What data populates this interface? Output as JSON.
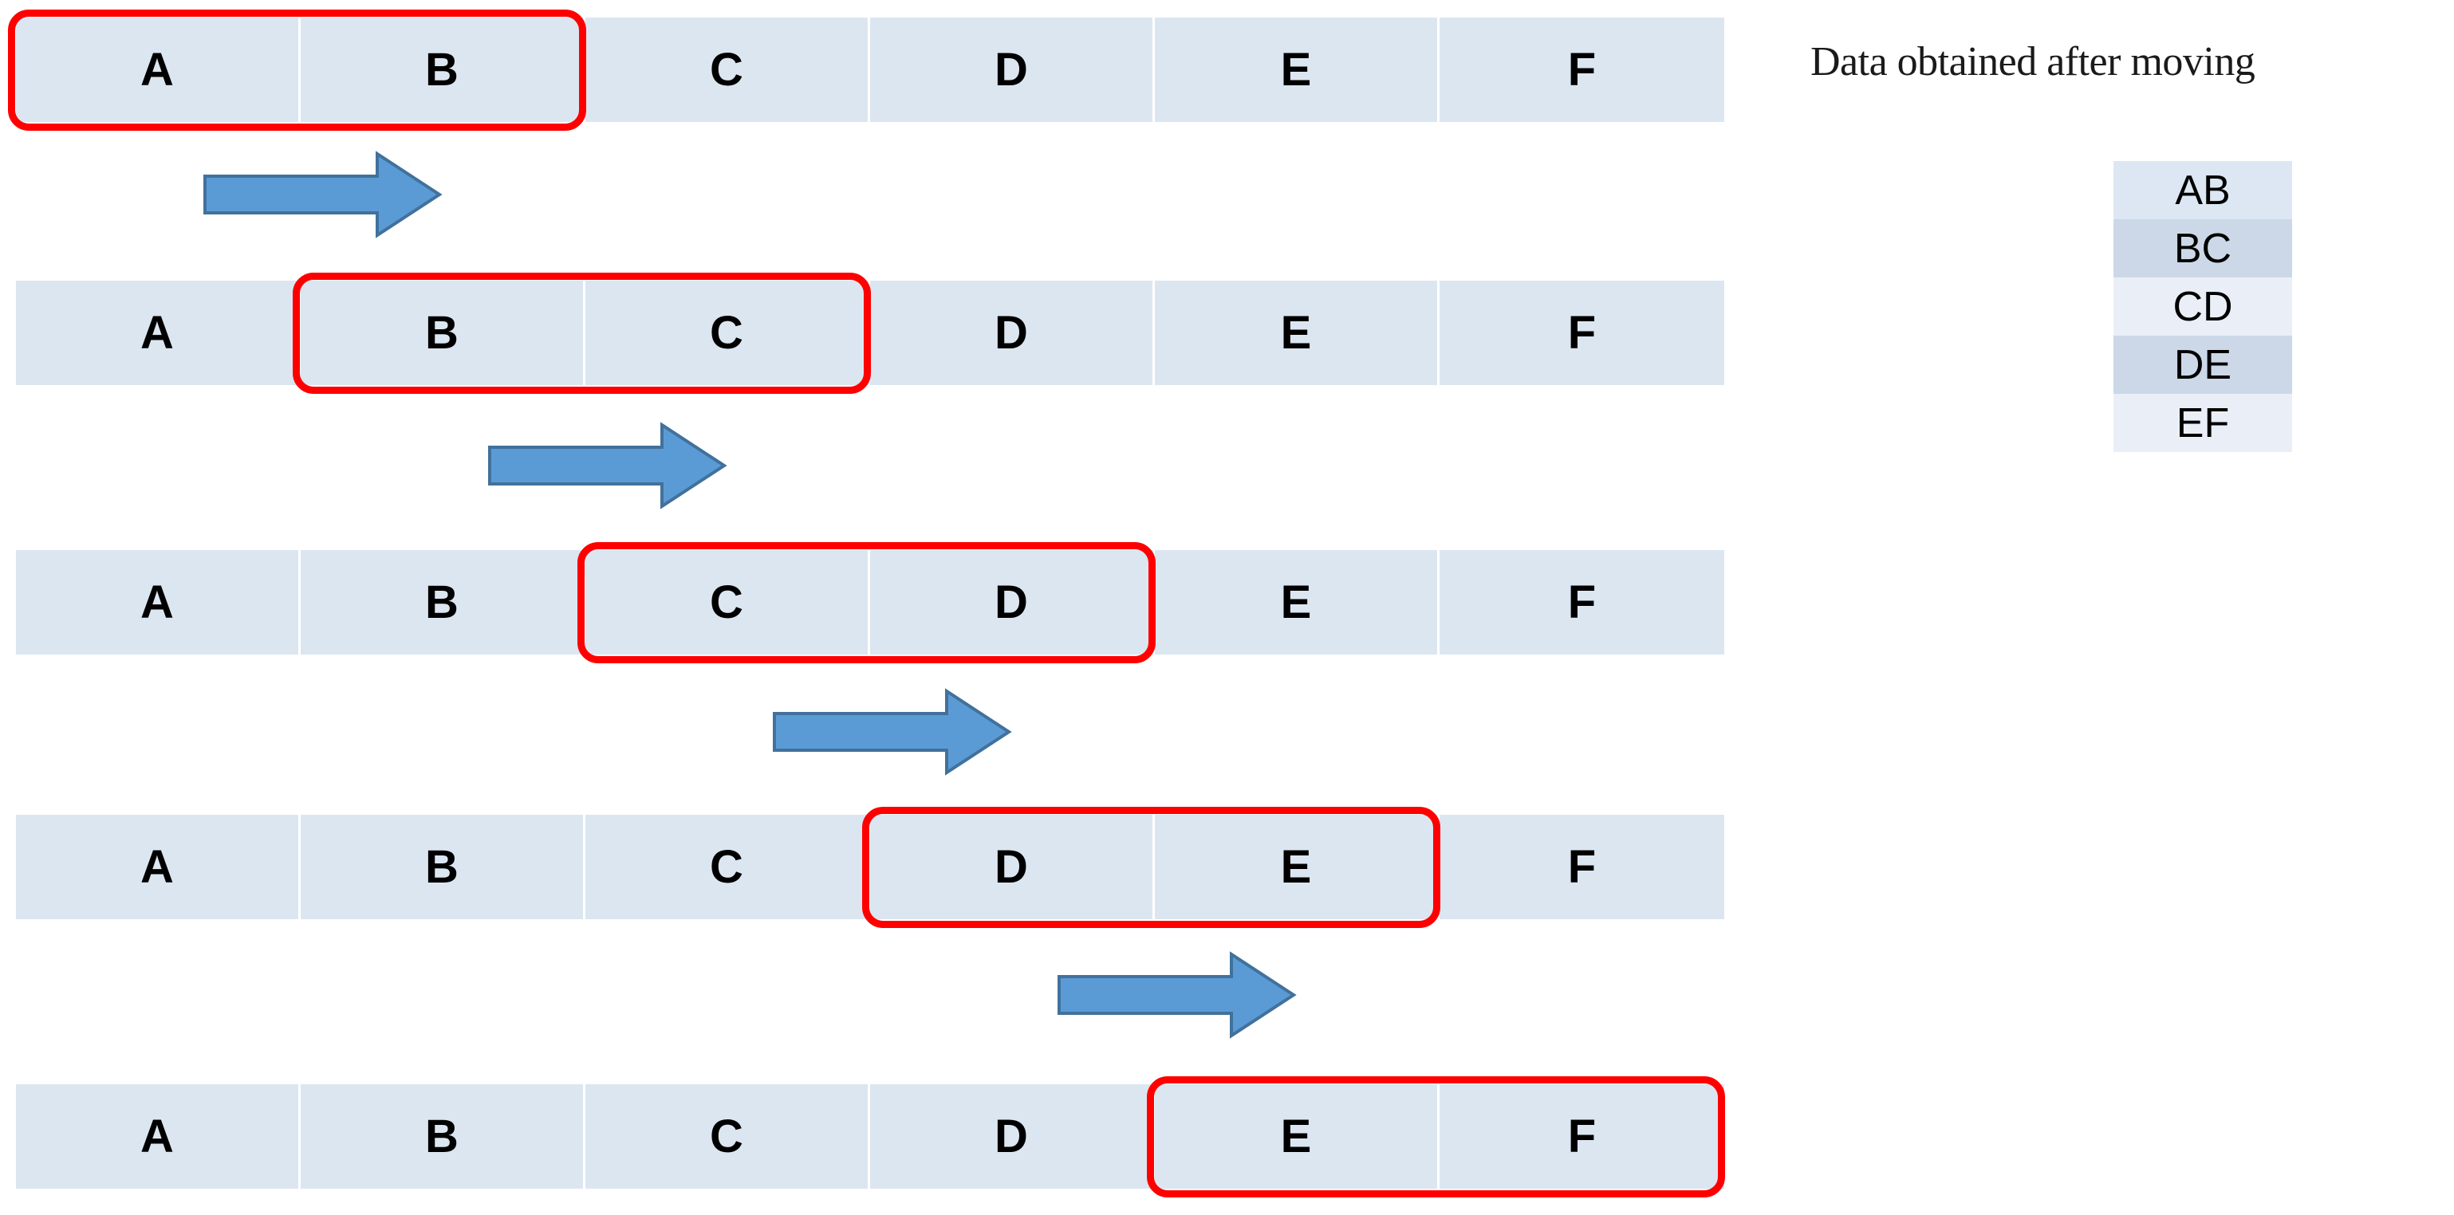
{
  "diagram": {
    "type": "sliding-window-illustration",
    "sequence": [
      "A",
      "B",
      "C",
      "D",
      "E",
      "F"
    ],
    "window_size": 2,
    "colors": {
      "cell_background": "#dce6f1",
      "highlight_border": "#ff0000",
      "arrow_fill": "#5b9bd5",
      "arrow_stroke": "#41719c",
      "text": "#000000"
    },
    "rows": [
      {
        "index": 0,
        "cells": [
          "A",
          "B",
          "C",
          "D",
          "E",
          "F"
        ],
        "highlight_start": 0,
        "highlight_end": 1,
        "highlighted_label": "AB"
      },
      {
        "index": 1,
        "cells": [
          "A",
          "B",
          "C",
          "D",
          "E",
          "F"
        ],
        "highlight_start": 1,
        "highlight_end": 2,
        "highlighted_label": "BC"
      },
      {
        "index": 2,
        "cells": [
          "A",
          "B",
          "C",
          "D",
          "E",
          "F"
        ],
        "highlight_start": 2,
        "highlight_end": 3,
        "highlighted_label": "CD"
      },
      {
        "index": 3,
        "cells": [
          "A",
          "B",
          "C",
          "D",
          "E",
          "F"
        ],
        "highlight_start": 3,
        "highlight_end": 4,
        "highlighted_label": "DE"
      },
      {
        "index": 4,
        "cells": [
          "A",
          "B",
          "C",
          "D",
          "E",
          "F"
        ],
        "highlight_start": 4,
        "highlight_end": 5,
        "highlighted_label": "EF"
      }
    ],
    "arrows": [
      {
        "index": 0,
        "icon": "right-block-arrow-icon",
        "direction": "right"
      },
      {
        "index": 1,
        "icon": "right-block-arrow-icon",
        "direction": "right"
      },
      {
        "index": 2,
        "icon": "right-block-arrow-icon",
        "direction": "right"
      },
      {
        "index": 3,
        "icon": "right-block-arrow-icon",
        "direction": "right"
      }
    ]
  },
  "right_panel": {
    "title": "Data obtained after moving",
    "results": [
      {
        "label": "AB",
        "shade": "shade-a"
      },
      {
        "label": "BC",
        "shade": "shade-b"
      },
      {
        "label": "CD",
        "shade": "shade-c"
      },
      {
        "label": "DE",
        "shade": "shade-b"
      },
      {
        "label": "EF",
        "shade": "shade-c"
      }
    ]
  }
}
